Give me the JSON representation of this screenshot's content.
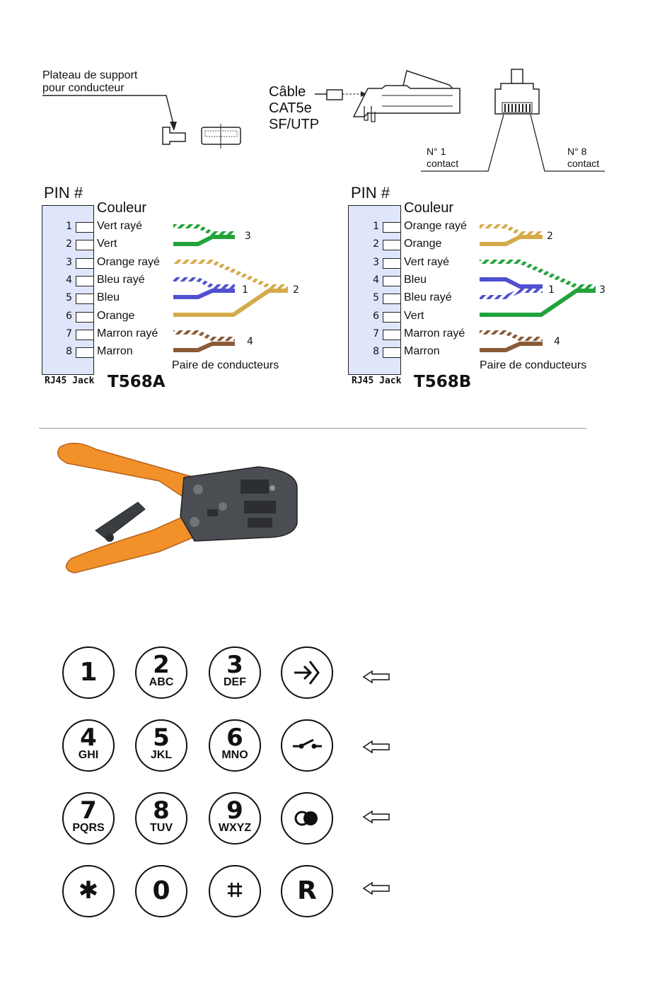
{
  "connector": {
    "tray_label_line1": "Plateau de support",
    "tray_label_line2": "pour conducteur",
    "cable_line1": "Câble",
    "cable_line2": "CAT5e",
    "cable_line3": "SF/UTP",
    "contact1_line1": "N° 1",
    "contact1_line2": "contact",
    "contact8_line1": "N° 8",
    "contact8_line2": "contact"
  },
  "t568a": {
    "pin_header": "PIN #",
    "color_header": "Couleur",
    "pins": [
      {
        "num": "1",
        "color": "Vert rayé"
      },
      {
        "num": "2",
        "color": "Vert"
      },
      {
        "num": "3",
        "color": "Orange rayé"
      },
      {
        "num": "4",
        "color": "Bleu rayé"
      },
      {
        "num": "5",
        "color": "Bleu"
      },
      {
        "num": "6",
        "color": "Orange"
      },
      {
        "num": "7",
        "color": "Marron rayé"
      },
      {
        "num": "8",
        "color": "Marron"
      }
    ],
    "pair_labels": {
      "p3": "3",
      "p2": "2",
      "p1": "1",
      "p4": "4"
    },
    "pairs_caption": "Paire de conducteurs",
    "jack_label": "RJ45 Jack",
    "title": "T568A"
  },
  "t568b": {
    "pin_header": "PIN #",
    "color_header": "Couleur",
    "pins": [
      {
        "num": "1",
        "color": "Orange rayé"
      },
      {
        "num": "2",
        "color": "Orange"
      },
      {
        "num": "3",
        "color": "Vert rayé"
      },
      {
        "num": "4",
        "color": "Bleu"
      },
      {
        "num": "5",
        "color": "Bleu rayé"
      },
      {
        "num": "6",
        "color": "Vert"
      },
      {
        "num": "7",
        "color": "Marron rayé"
      },
      {
        "num": "8",
        "color": "Marron"
      }
    ],
    "pair_labels": {
      "p2": "2",
      "p1": "1",
      "p3": "3",
      "p4": "4"
    },
    "pairs_caption": "Paire de conducteurs",
    "jack_label": "RJ45 Jack",
    "title": "T568B"
  },
  "wire_colors": {
    "green": "#22a33a",
    "orange": "#d4aa4a",
    "blue": "#5050d0",
    "brown": "#8a5a36",
    "tool_orange": "#f2902a",
    "tool_body": "#4a4d52"
  },
  "keypad": {
    "rows": [
      [
        {
          "main": "1",
          "sub": ""
        },
        {
          "main": "2",
          "sub": "ABC"
        },
        {
          "main": "3",
          "sub": "DEF"
        },
        {
          "main": "",
          "sub": "",
          "icon": "transfer-icon"
        }
      ],
      [
        {
          "main": "4",
          "sub": "GHI"
        },
        {
          "main": "5",
          "sub": "JKL"
        },
        {
          "main": "6",
          "sub": "MNO"
        },
        {
          "main": "",
          "sub": "",
          "icon": "hook-switch-icon"
        }
      ],
      [
        {
          "main": "7",
          "sub": "PQRS"
        },
        {
          "main": "8",
          "sub": "TUV"
        },
        {
          "main": "9",
          "sub": "WXYZ"
        },
        {
          "main": "",
          "sub": "",
          "icon": "conference-icon"
        }
      ],
      [
        {
          "main": "✱",
          "sub": ""
        },
        {
          "main": "0",
          "sub": ""
        },
        {
          "main": "⌗",
          "sub": ""
        },
        {
          "main": "R",
          "sub": ""
        }
      ]
    ]
  }
}
